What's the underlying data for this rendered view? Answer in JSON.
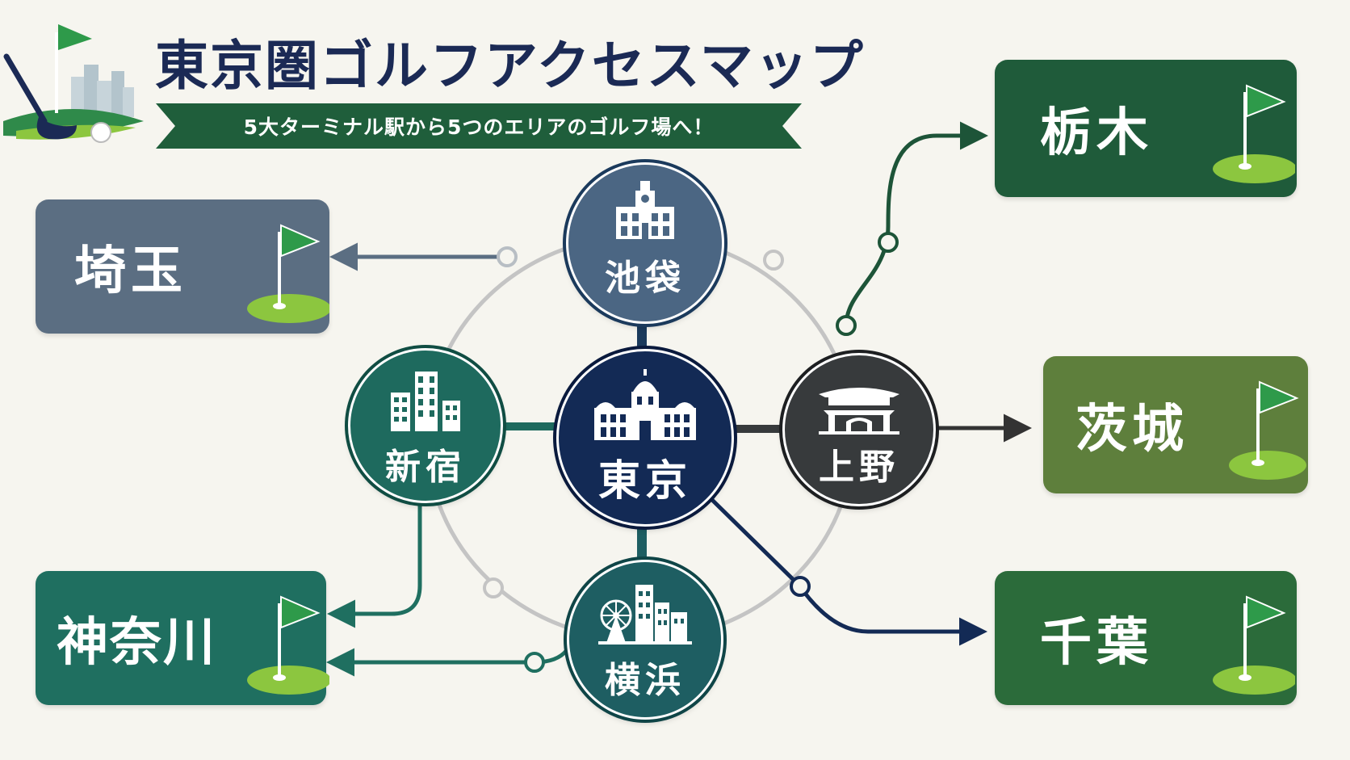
{
  "title": "東京圏ゴルフアクセスマップ",
  "subtitle": "5大ターミナル駅から5つのエリアのゴルフ場へ！",
  "stations": {
    "ikebukuro": "池袋",
    "shinjuku": "新宿",
    "tokyo": "東京",
    "ueno": "上野",
    "yokohama": "横浜"
  },
  "regions": {
    "saitama": "埼玉",
    "kanagawa": "神奈川",
    "tochigi": "栃木",
    "ibaraki": "茨城",
    "chiba": "千葉"
  },
  "colors": {
    "navy": "#132a55",
    "title": "#1b2a55",
    "ribbon": "#1f5e3b",
    "saitama": "#5b6e82",
    "kanagawa": "#1f6f60",
    "tochigi": "#1f5b3a",
    "ibaraki": "#5e7f3c",
    "chiba": "#2b6b3a",
    "green_flag": "#2e9a4a",
    "grass": "#8cc63f"
  }
}
